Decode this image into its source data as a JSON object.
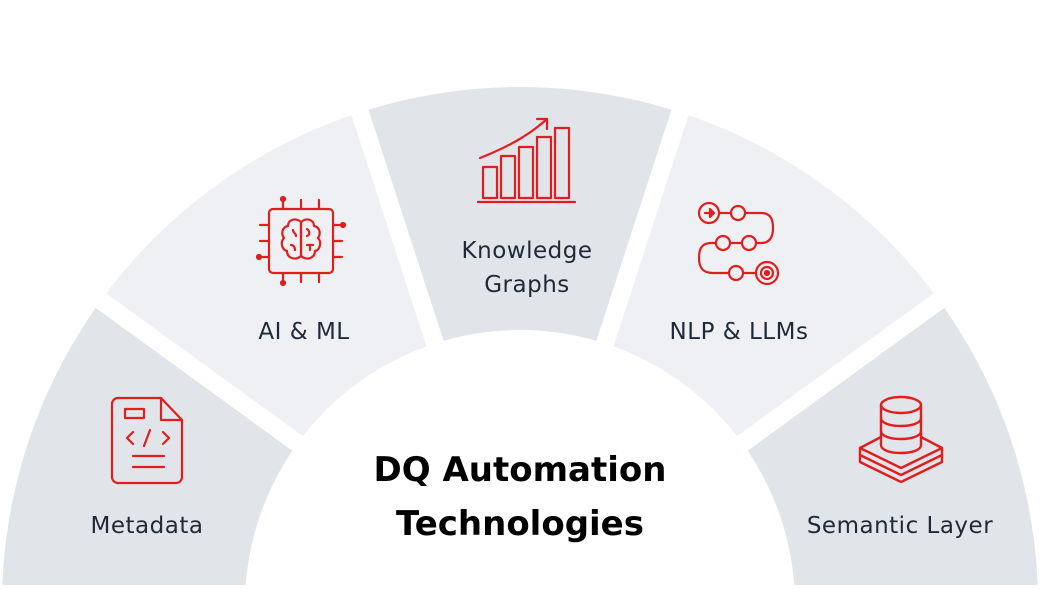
{
  "diagram": {
    "title_line1": "DQ Automation",
    "title_line2": "Technologies",
    "colors": {
      "segment_dark": "#e1e4e8",
      "segment_light": "#eef0f3",
      "gap": "#ffffff",
      "icon_red": "#e01e1e",
      "label_text": "#1f2937",
      "title_text": "#000000"
    },
    "segments": [
      {
        "label": "Metadata",
        "icon": "code-document-icon",
        "shade": "dark"
      },
      {
        "label": "AI & ML",
        "icon": "brain-chip-icon",
        "shade": "light"
      },
      {
        "label_line1": "Knowledge",
        "label_line2": "Graphs",
        "icon": "bar-chart-growth-icon",
        "shade": "dark"
      },
      {
        "label": "NLP & LLMs",
        "icon": "roadmap-path-icon",
        "shade": "light"
      },
      {
        "label": "Semantic Layer",
        "icon": "database-layers-icon",
        "shade": "dark"
      }
    ]
  }
}
